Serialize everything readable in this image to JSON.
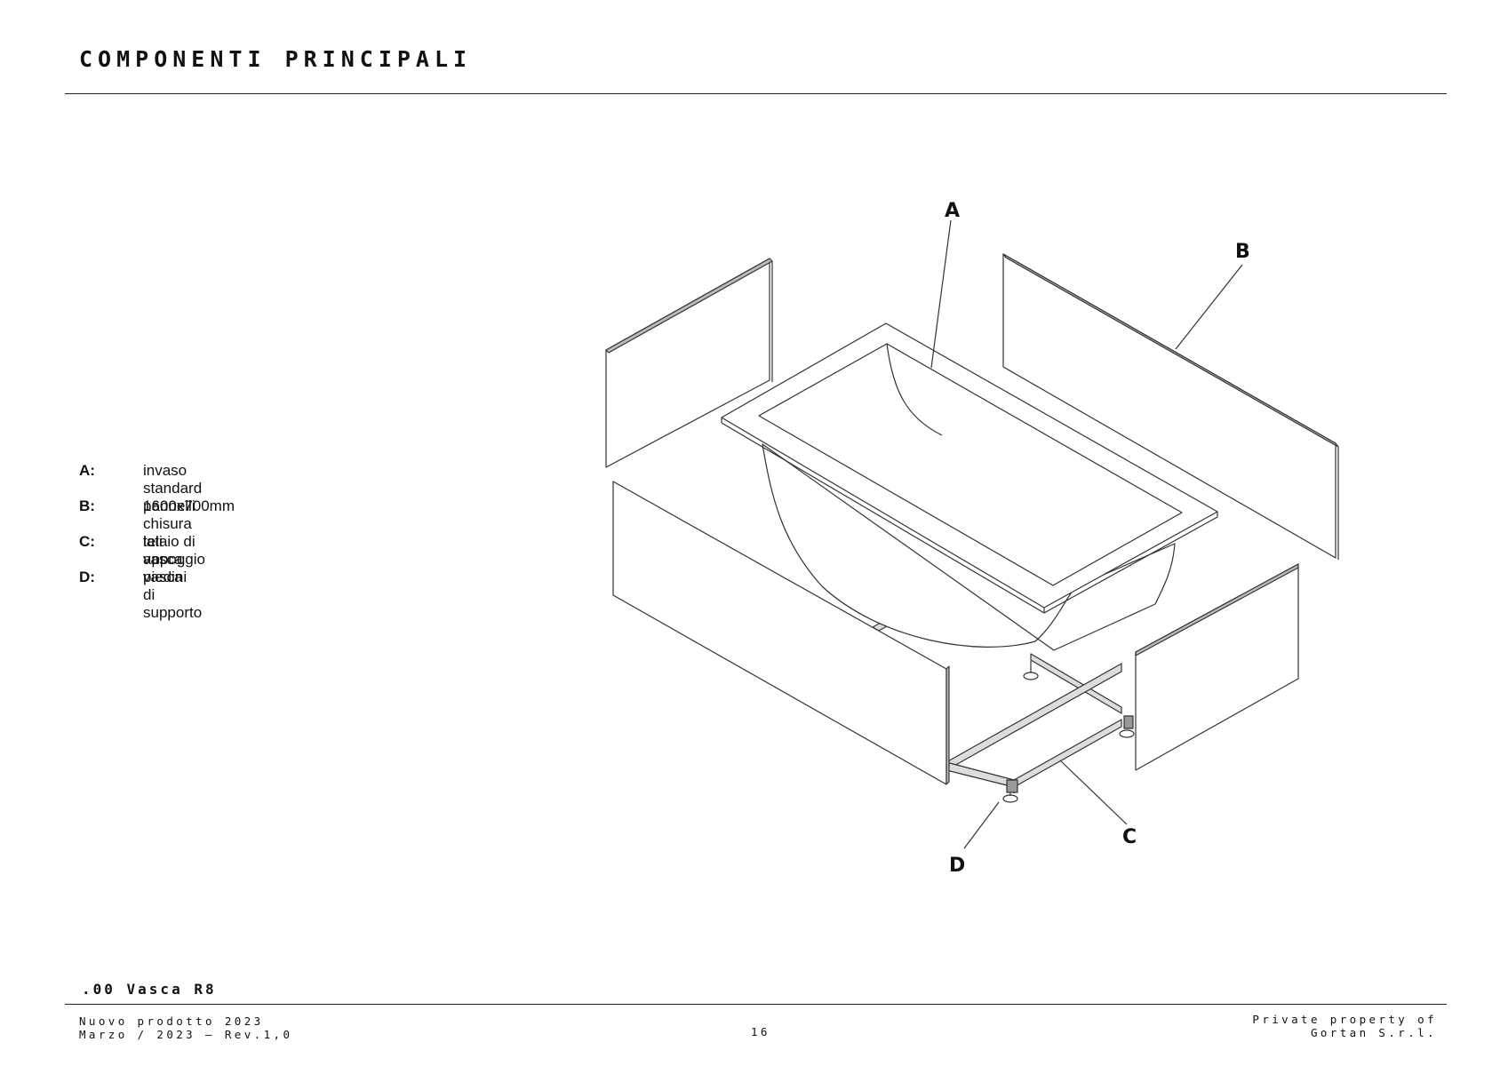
{
  "header": {
    "title": "COMPONENTI PRINCIPALI"
  },
  "legend": [
    {
      "key": "A:",
      "text": "invaso standard 1600x700mm"
    },
    {
      "key": "B:",
      "text": "pannelli chisura lati vasca"
    },
    {
      "key": "C:",
      "text": "telaio di appoggio vasca"
    },
    {
      "key": "D:",
      "text": "piedini di supporto"
    }
  ],
  "drawing": {
    "callouts": {
      "a": "A",
      "b": "B",
      "c": "C",
      "d": "D"
    }
  },
  "footer": {
    "product": ".00 Vasca R8",
    "left_line1": "Nuovo prodotto 2023",
    "left_line2": "Marzo / 2023 – Rev.1,0",
    "page": "16",
    "right_line1": "Private property of",
    "right_line2": "Gortan S.r.l."
  }
}
